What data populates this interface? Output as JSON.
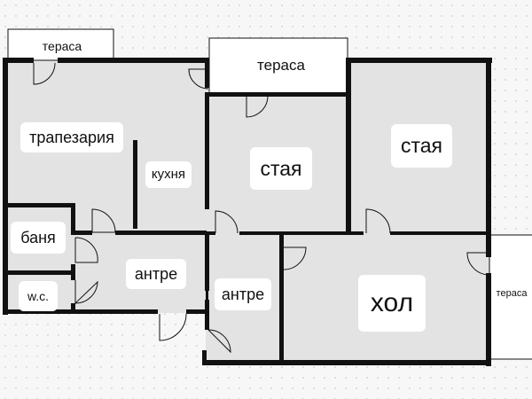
{
  "colors": {
    "room_fill": "#e3e3e3",
    "wall": "#111111",
    "terrace_fill": "#ffffff",
    "label_bg": "#ffffff"
  },
  "rooms": {
    "terrace_top_left": "тераса",
    "terrace_top_middle": "тераса",
    "terrace_right": "тераса",
    "dining": "трапезария",
    "kitchen": "кухня",
    "room_center": "стая",
    "room_right": "стая",
    "bathroom": "баня",
    "wc": "w.c.",
    "hall_left": "антре",
    "hall_center": "антре",
    "living": "хол"
  }
}
